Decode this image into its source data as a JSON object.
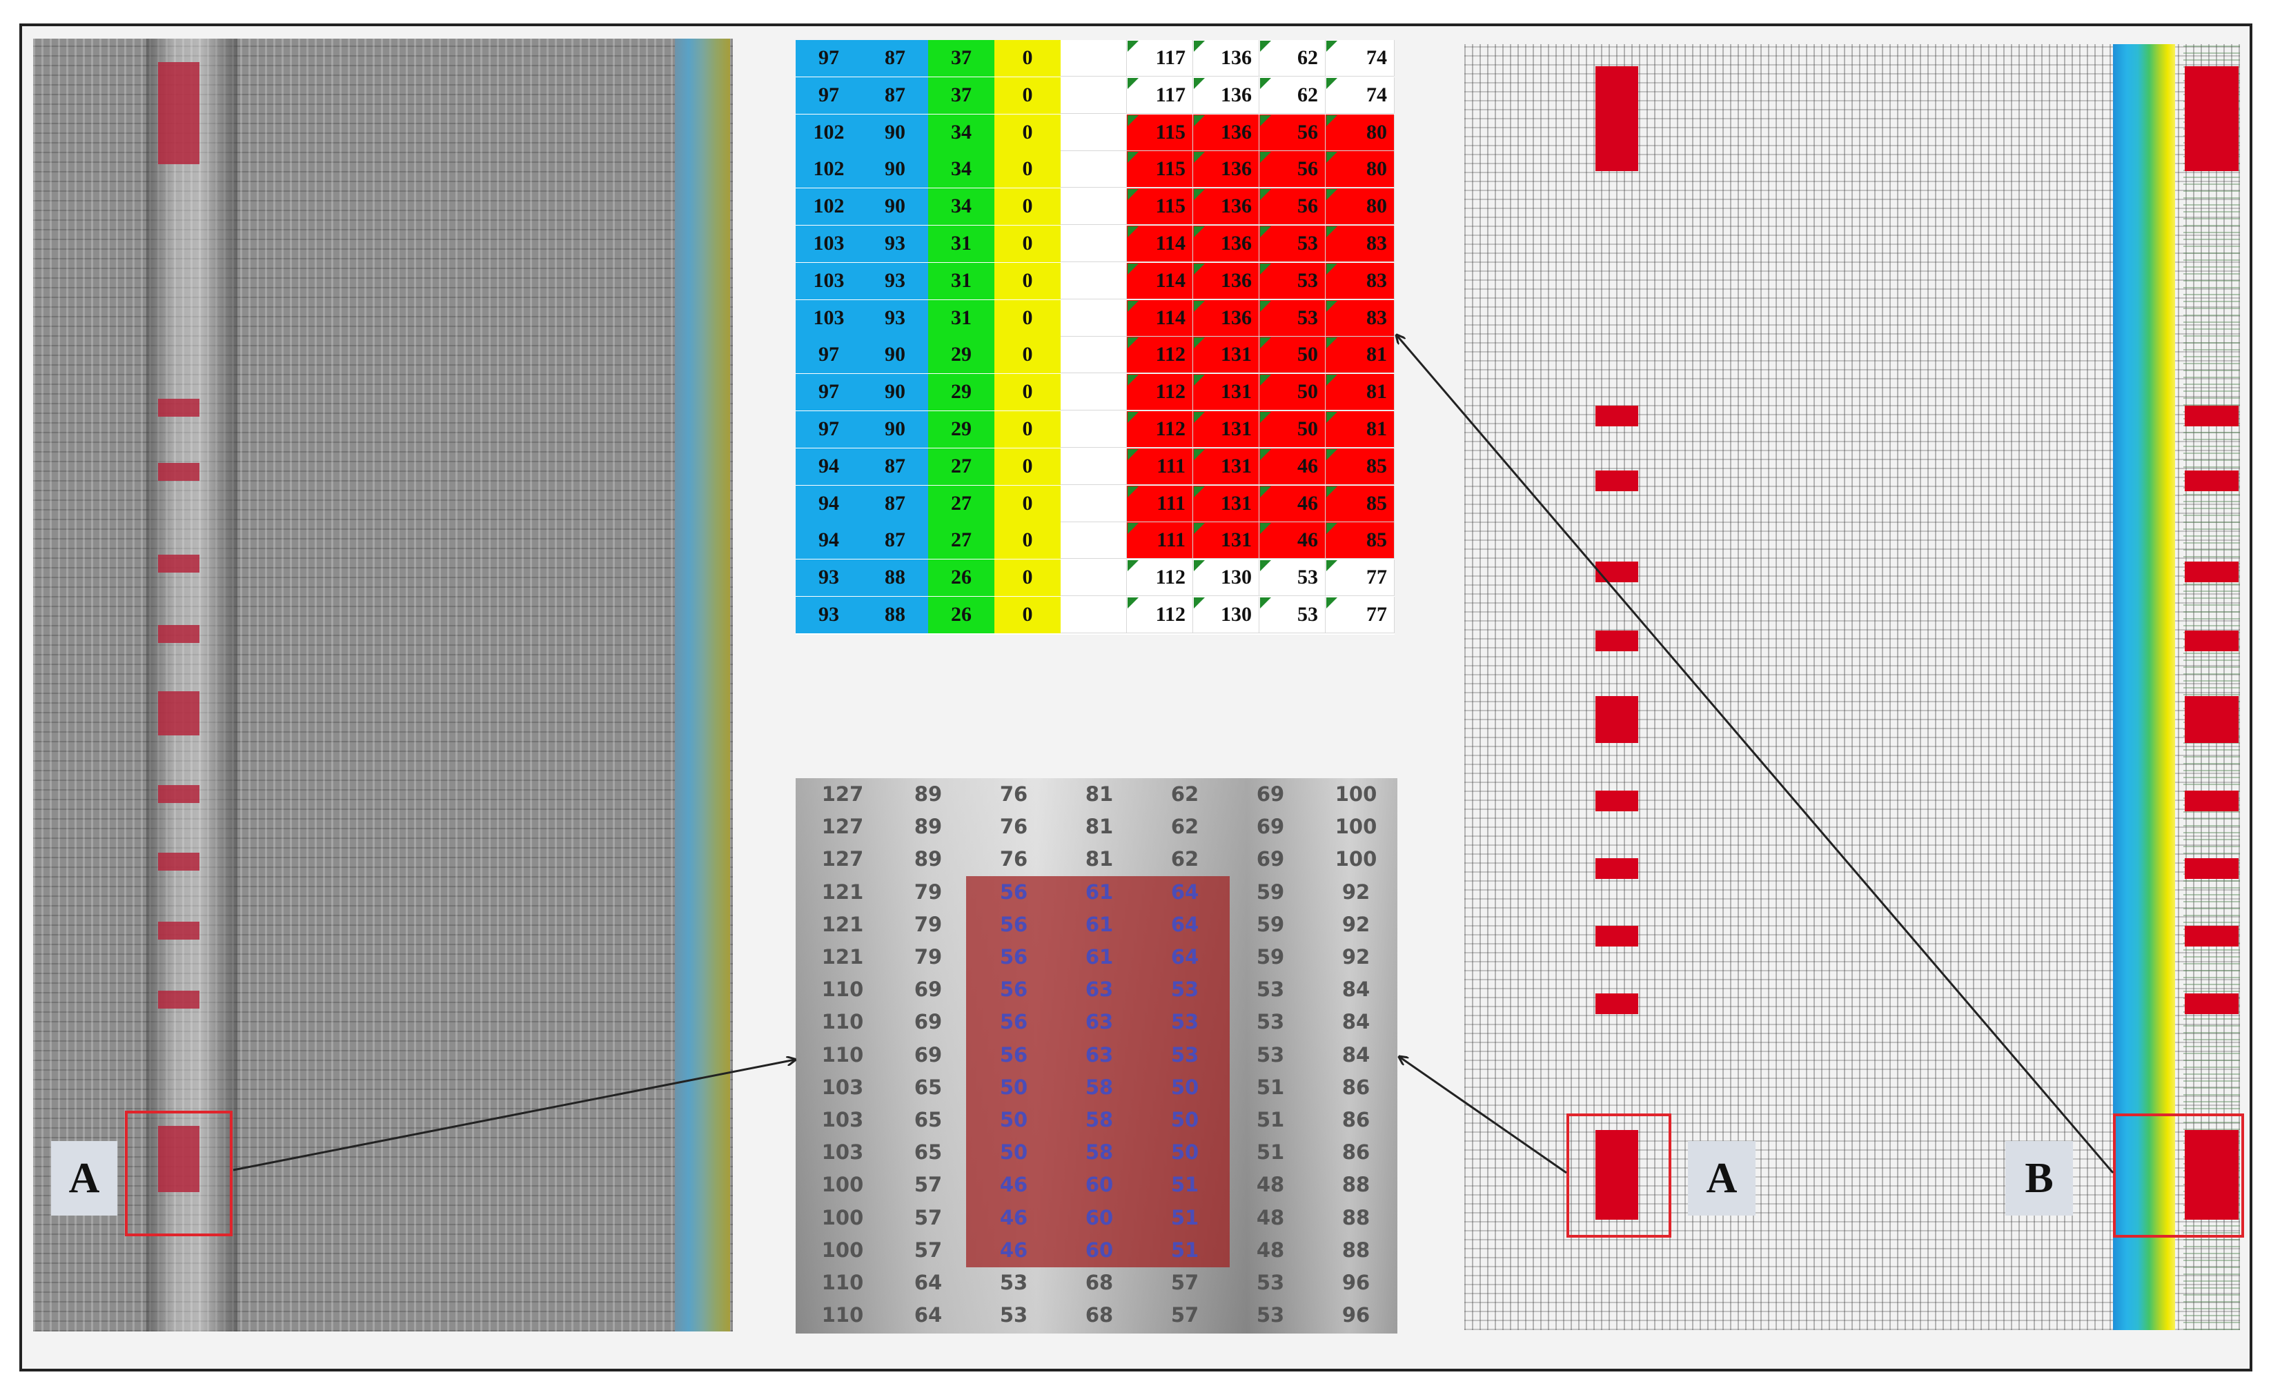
{
  "labels": {
    "a_left": "A",
    "a_right": "A",
    "b_right": "B"
  },
  "colors": {
    "mark_red": "#d6001c",
    "col_blue": "#19a9ea",
    "col_green": "#14e019",
    "col_yellow": "#f2f200",
    "highlight_red": "#ff0000",
    "box_red": "#e0242b",
    "flag_green": "#1f8a2a"
  },
  "top_table": {
    "rows": [
      [
        "97",
        "87",
        "37",
        "0",
        "",
        "117",
        "136",
        "62",
        "74"
      ],
      [
        "97",
        "87",
        "37",
        "0",
        "",
        "117",
        "136",
        "62",
        "74"
      ],
      [
        "102",
        "90",
        "34",
        "0",
        "",
        "115",
        "136",
        "56",
        "80"
      ],
      [
        "102",
        "90",
        "34",
        "0",
        "",
        "115",
        "136",
        "56",
        "80"
      ],
      [
        "102",
        "90",
        "34",
        "0",
        "",
        "115",
        "136",
        "56",
        "80"
      ],
      [
        "103",
        "93",
        "31",
        "0",
        "",
        "114",
        "136",
        "53",
        "83"
      ],
      [
        "103",
        "93",
        "31",
        "0",
        "",
        "114",
        "136",
        "53",
        "83"
      ],
      [
        "103",
        "93",
        "31",
        "0",
        "",
        "114",
        "136",
        "53",
        "83"
      ],
      [
        "97",
        "90",
        "29",
        "0",
        "",
        "112",
        "131",
        "50",
        "81"
      ],
      [
        "97",
        "90",
        "29",
        "0",
        "",
        "112",
        "131",
        "50",
        "81"
      ],
      [
        "97",
        "90",
        "29",
        "0",
        "",
        "112",
        "131",
        "50",
        "81"
      ],
      [
        "94",
        "87",
        "27",
        "0",
        "",
        "111",
        "131",
        "46",
        "85"
      ],
      [
        "94",
        "87",
        "27",
        "0",
        "",
        "111",
        "131",
        "46",
        "85"
      ],
      [
        "94",
        "87",
        "27",
        "0",
        "",
        "111",
        "131",
        "46",
        "85"
      ],
      [
        "93",
        "88",
        "26",
        "0",
        "",
        "112",
        "130",
        "53",
        "77"
      ],
      [
        "93",
        "88",
        "26",
        "0",
        "",
        "112",
        "130",
        "53",
        "77"
      ]
    ],
    "highlighted_rows": [
      2,
      3,
      4,
      5,
      6,
      7,
      8,
      9,
      10,
      11,
      12,
      13
    ]
  },
  "bottom_table": {
    "rows": [
      [
        "127",
        "89",
        "76",
        "81",
        "62",
        "69",
        "100"
      ],
      [
        "127",
        "89",
        "76",
        "81",
        "62",
        "69",
        "100"
      ],
      [
        "127",
        "89",
        "76",
        "81",
        "62",
        "69",
        "100"
      ],
      [
        "121",
        "79",
        "56",
        "61",
        "64",
        "59",
        "92"
      ],
      [
        "121",
        "79",
        "56",
        "61",
        "64",
        "59",
        "92"
      ],
      [
        "121",
        "79",
        "56",
        "61",
        "64",
        "59",
        "92"
      ],
      [
        "110",
        "69",
        "56",
        "63",
        "53",
        "53",
        "84"
      ],
      [
        "110",
        "69",
        "56",
        "63",
        "53",
        "53",
        "84"
      ],
      [
        "110",
        "69",
        "56",
        "63",
        "53",
        "53",
        "84"
      ],
      [
        "103",
        "65",
        "50",
        "58",
        "50",
        "51",
        "86"
      ],
      [
        "103",
        "65",
        "50",
        "58",
        "50",
        "51",
        "86"
      ],
      [
        "103",
        "65",
        "50",
        "58",
        "50",
        "51",
        "86"
      ],
      [
        "100",
        "57",
        "46",
        "60",
        "51",
        "48",
        "88"
      ],
      [
        "100",
        "57",
        "46",
        "60",
        "51",
        "48",
        "88"
      ],
      [
        "100",
        "57",
        "46",
        "60",
        "51",
        "48",
        "88"
      ],
      [
        "110",
        "64",
        "53",
        "68",
        "57",
        "53",
        "96"
      ],
      [
        "110",
        "64",
        "53",
        "68",
        "57",
        "53",
        "96"
      ]
    ],
    "highlighted_rows": [
      3,
      4,
      5,
      6,
      7,
      8,
      9,
      10,
      11,
      12,
      13,
      14
    ],
    "highlighted_cols": [
      2,
      3,
      4
    ]
  }
}
